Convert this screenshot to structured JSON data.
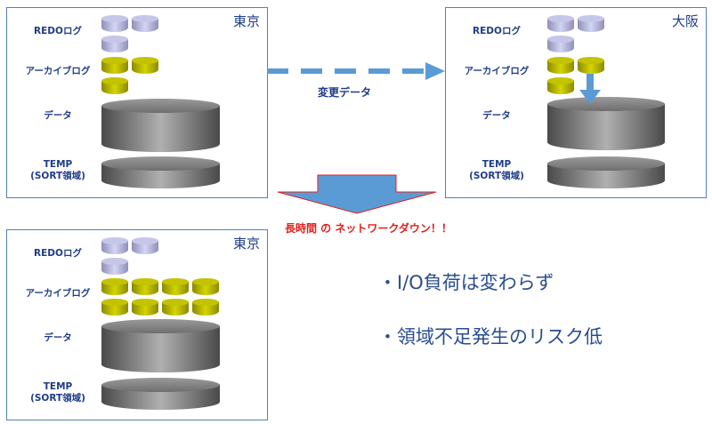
{
  "labels": {
    "redo": "REDOログ",
    "archive": "アーカイブログ",
    "data": "データ",
    "temp": "TEMP",
    "sort": "(SORT領域)"
  },
  "sites": {
    "tokyo": "東京",
    "osaka": "大阪"
  },
  "arrow_label": "変更データ",
  "network_down": "長時間 の ネットワークダウン！！",
  "bullets": [
    "・I/O負荷は変わらず",
    "・領域不足発生のリスク低"
  ],
  "colors": {
    "border": "#4f81bd",
    "arrow": "#5b9bd5",
    "text": "#1f3c88",
    "alert": "#e0201b"
  }
}
